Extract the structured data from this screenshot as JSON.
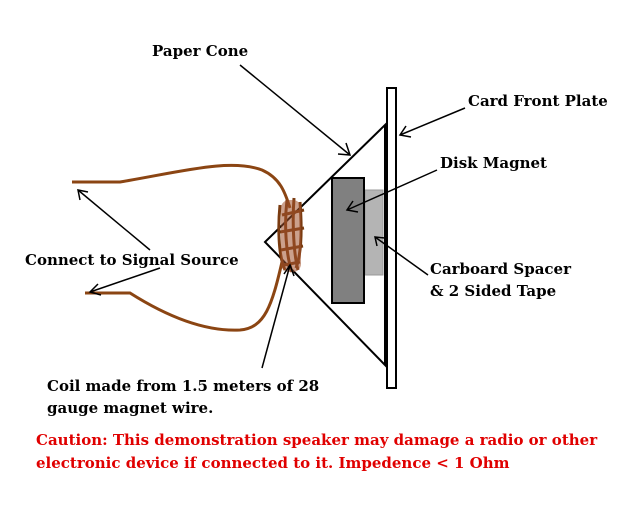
{
  "labels": {
    "paper_cone": "Paper Cone",
    "card_front_plate": "Card Front Plate",
    "disk_magnet": "Disk Magnet",
    "connect_signal": "Connect to Signal Source",
    "spacer_line1": "Carboard Spacer",
    "spacer_line2": "& 2 Sided Tape",
    "coil_line1": "Coil made from 1.5 meters of 28",
    "coil_line2": "gauge magnet wire."
  },
  "caution": {
    "line1": "Caution: This demonstration speaker may damage a radio or other",
    "line2": "electronic device if connected to it.  Impedence < 1 Ohm"
  },
  "colors": {
    "text": "#000000",
    "caution": "#e00000",
    "magnet": "#808080",
    "spacer": "#b4b4b4",
    "wire": "#8b4513"
  }
}
